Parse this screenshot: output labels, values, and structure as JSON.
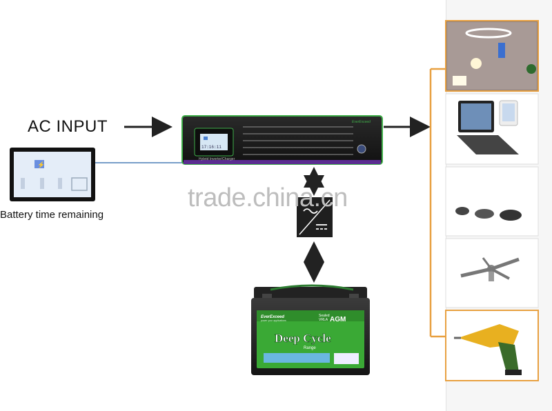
{
  "labels": {
    "ac_input": "AC INPUT",
    "battery_time": "Battery time remaining",
    "watermark": "trade.china.cn"
  },
  "inverter": {
    "display_time": "17:16:11",
    "brand_tag": "EverExceed",
    "model_label": "Hybrid Inverter/Charger"
  },
  "battery": {
    "brand": "EverExceed",
    "tagline": "power your applications",
    "type_sealed": "Sealed",
    "type_vrla": "VRLA",
    "type_agm": "AGM",
    "title_line1": "Deep Cycle",
    "title_line2": "Range"
  },
  "loads": [
    {
      "name": "lighting"
    },
    {
      "name": "laptop-tablet"
    },
    {
      "name": "kitchen-appliances"
    },
    {
      "name": "ceiling-fan"
    },
    {
      "name": "power-drill"
    }
  ],
  "colors": {
    "inverter_body": "#1b1b1b",
    "inverter_border": "#3fae49",
    "inverter_stripe": "#5b2d91",
    "battery_label": "#3aa935",
    "connector_orange": "#e8a040",
    "arrow": "#222222"
  },
  "icons": [
    "arrow-right-icon",
    "arrow-updown-icon",
    "ac-dc-converter-icon",
    "battery-indicator-icon"
  ]
}
